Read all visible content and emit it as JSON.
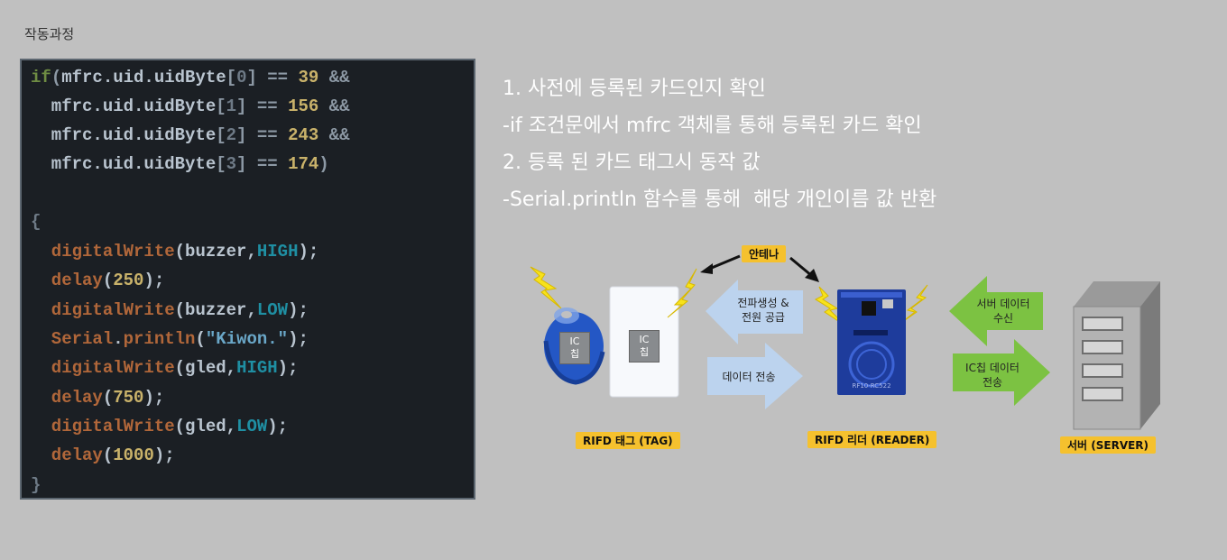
{
  "section_label": "작동과정",
  "code": {
    "lines": [
      [
        [
          "c-kw",
          "if"
        ],
        [
          "c-pu",
          "("
        ],
        [
          "c-id",
          "mfrc.uid.uidByte"
        ],
        [
          "c-pu",
          "["
        ],
        [
          "c-br",
          "0"
        ],
        [
          "c-pu",
          "] == "
        ],
        [
          "c-num",
          "39"
        ],
        [
          "c-pu",
          " &&"
        ]
      ],
      [
        [
          "c-id",
          "  mfrc.uid.uidByte"
        ],
        [
          "c-pu",
          "["
        ],
        [
          "c-br",
          "1"
        ],
        [
          "c-pu",
          "] == "
        ],
        [
          "c-num",
          "156"
        ],
        [
          "c-pu",
          " &&"
        ]
      ],
      [
        [
          "c-id",
          "  mfrc.uid.uidByte"
        ],
        [
          "c-pu",
          "["
        ],
        [
          "c-br",
          "2"
        ],
        [
          "c-pu",
          "] == "
        ],
        [
          "c-num",
          "243"
        ],
        [
          "c-pu",
          " &&"
        ]
      ],
      [
        [
          "c-id",
          "  mfrc.uid.uidByte"
        ],
        [
          "c-pu",
          "["
        ],
        [
          "c-br",
          "3"
        ],
        [
          "c-pu",
          "] == "
        ],
        [
          "c-num",
          "174"
        ],
        [
          "c-pu",
          ")"
        ]
      ],
      [],
      [
        [
          "c-br",
          "{"
        ]
      ],
      [
        [
          "c-fn",
          "  digitalWrite"
        ],
        [
          "c-id",
          "(buzzer,"
        ],
        [
          "c-const",
          "HIGH"
        ],
        [
          "c-id",
          ");"
        ]
      ],
      [
        [
          "c-fn",
          "  delay"
        ],
        [
          "c-id",
          "("
        ],
        [
          "c-num",
          "250"
        ],
        [
          "c-id",
          ");"
        ]
      ],
      [
        [
          "c-fn",
          "  digitalWrite"
        ],
        [
          "c-id",
          "(buzzer,"
        ],
        [
          "c-const",
          "LOW"
        ],
        [
          "c-id",
          ");"
        ]
      ],
      [
        [
          "c-cls",
          "  Serial"
        ],
        [
          "c-id",
          "."
        ],
        [
          "c-fn",
          "println"
        ],
        [
          "c-id",
          "("
        ],
        [
          "c-str",
          "\"Kiwon.\""
        ],
        [
          "c-id",
          ");"
        ]
      ],
      [
        [
          "c-fn",
          "  digitalWrite"
        ],
        [
          "c-id",
          "(gled,"
        ],
        [
          "c-const",
          "HIGH"
        ],
        [
          "c-id",
          ");"
        ]
      ],
      [
        [
          "c-fn",
          "  delay"
        ],
        [
          "c-id",
          "("
        ],
        [
          "c-num",
          "750"
        ],
        [
          "c-id",
          ");"
        ]
      ],
      [
        [
          "c-fn",
          "  digitalWrite"
        ],
        [
          "c-id",
          "(gled,"
        ],
        [
          "c-const",
          "LOW"
        ],
        [
          "c-id",
          ");"
        ]
      ],
      [
        [
          "c-fn",
          "  delay"
        ],
        [
          "c-id",
          "("
        ],
        [
          "c-num",
          "1000"
        ],
        [
          "c-id",
          ");"
        ]
      ],
      [
        [
          "c-br",
          "}"
        ]
      ]
    ]
  },
  "description": [
    "1. 사전에 등록된 카드인지 확인",
    "-if 조건문에서 mfrc 객체를 통해 등록된 카드 확인",
    "2. 등록 된 카드 태그시 동작 값",
    "-Serial.println 함수를 통해  해당 개인이름 값 반환"
  ],
  "diagram": {
    "antenna_label": "안테나",
    "tag_label": "RIFD 태그 (TAG)",
    "reader_label": "RIFD 리더 (READER)",
    "server_label": "서버 (SERVER)",
    "chip_text_keyfob": "IC\n칩",
    "chip_text_card": "IC\n칩",
    "arrow_power": "전파생성 &\n전원 공급",
    "arrow_data": "데이터 전송",
    "arrow_server_recv": "서버 데이터\n수신",
    "arrow_chip_data": "IC칩 데이터\n전송",
    "reader_board_text": "RF10-RC522",
    "colors": {
      "background": "#c0c0c0",
      "code_bg": "#1b1f24",
      "label_bg": "#f5c12e",
      "arrow_blue": "#bcd3ee",
      "arrow_green": "#7cc242",
      "board_blue": "#1e3c9c",
      "keyfob_blue": "#2457c5",
      "lightning": "#f7e21b"
    }
  }
}
